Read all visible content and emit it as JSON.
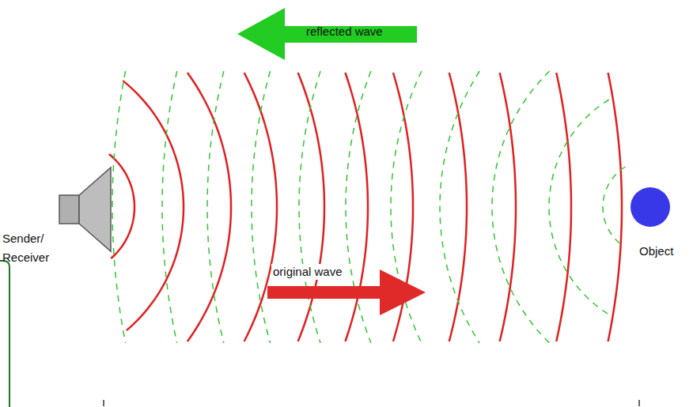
{
  "diagram": {
    "labels": [
      "reflected wave",
      "original wave",
      "Sender/ Receiver",
      "Object"
    ]
  }
}
